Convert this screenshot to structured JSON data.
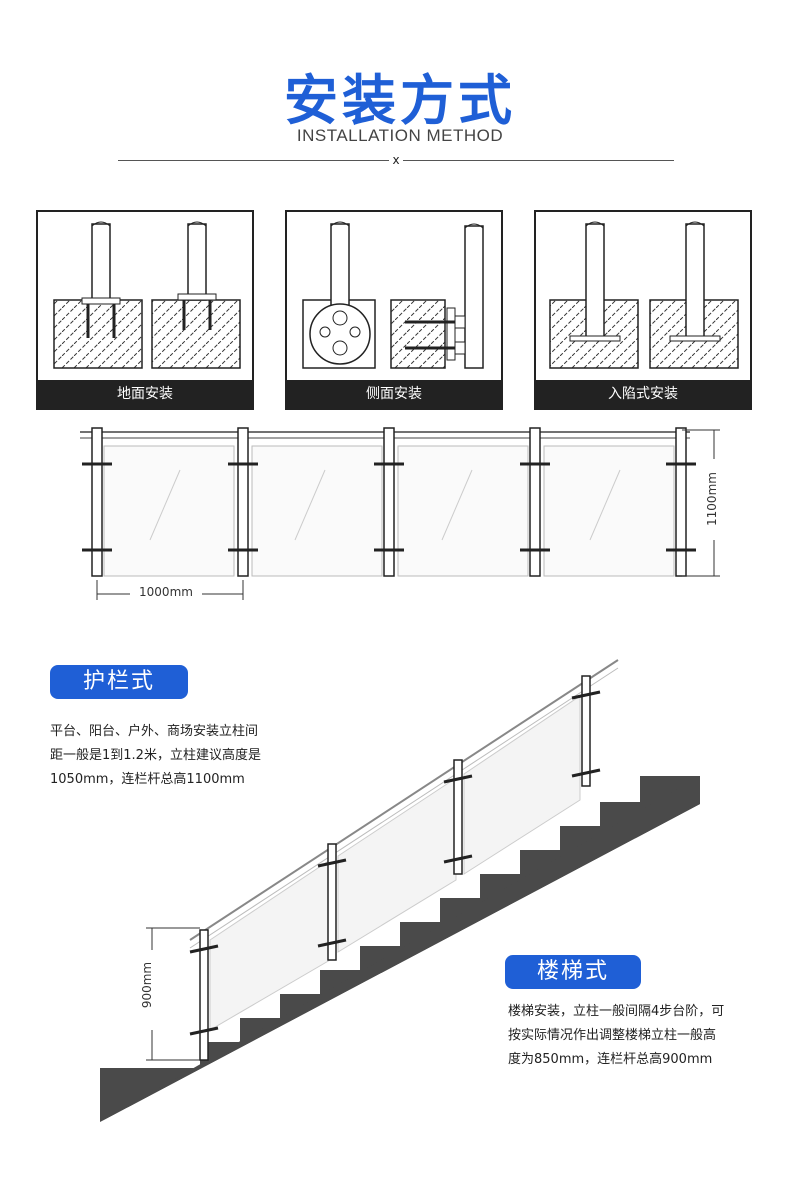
{
  "header": {
    "title": "安装方式",
    "subtitle": "INSTALLATION METHOD",
    "divider_mark": "x"
  },
  "install_methods": [
    {
      "label": "地面安装"
    },
    {
      "label": "侧面安装"
    },
    {
      "label": "入陷式安装"
    }
  ],
  "elevation": {
    "spacing_label": "1000mm",
    "height_label": "1100mm"
  },
  "guardrail": {
    "tag": "护栏式",
    "desc_lines": [
      "平台、阳台、户外、商场安装立柱间",
      "距一般是1到1.2米，立柱建议高度是",
      "1050mm，连栏杆总高1100mm"
    ]
  },
  "stair": {
    "tag": "楼梯式",
    "height_label": "900mm",
    "desc_lines": [
      "楼梯安装，立柱一般间隔4步台阶，可",
      "按实际情况作出调整楼梯立柱一般高",
      "度为850mm，连栏杆总高900mm"
    ]
  },
  "colors": {
    "accent": "#1f5fd6",
    "label_bg": "#222222",
    "stair_fill": "#4a4a4a"
  }
}
